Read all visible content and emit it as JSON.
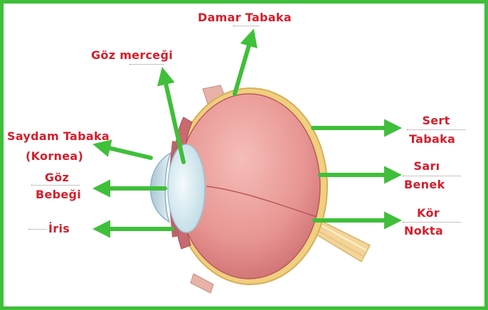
{
  "diagram": {
    "labels": {
      "damar_tabaka": "Damar Tabaka",
      "goz_mercegi": "Göz merceği",
      "saydam_tabaka_1": "Saydam Tabaka",
      "saydam_tabaka_2": "(Kornea)",
      "goz_bebegi_1": "Göz",
      "goz_bebegi_2": "Bebeği",
      "iris": "İris",
      "sert_tabaka_1": "Sert",
      "sert_tabaka_2": "Tabaka",
      "sari_benek_1": "Sarı",
      "sari_benek_2": "Benek",
      "kor_nokta_1": "Kör",
      "kor_nokta_2": "Nokta"
    },
    "colors": {
      "frame": "#3fbf3a",
      "arrow": "#3fbf3a",
      "label": "#d71d2b",
      "eyeball": "#e48e8c",
      "sclera": "#f0cf7e",
      "lens": "#cfe8ee",
      "nerve": "#f3d59a"
    }
  }
}
